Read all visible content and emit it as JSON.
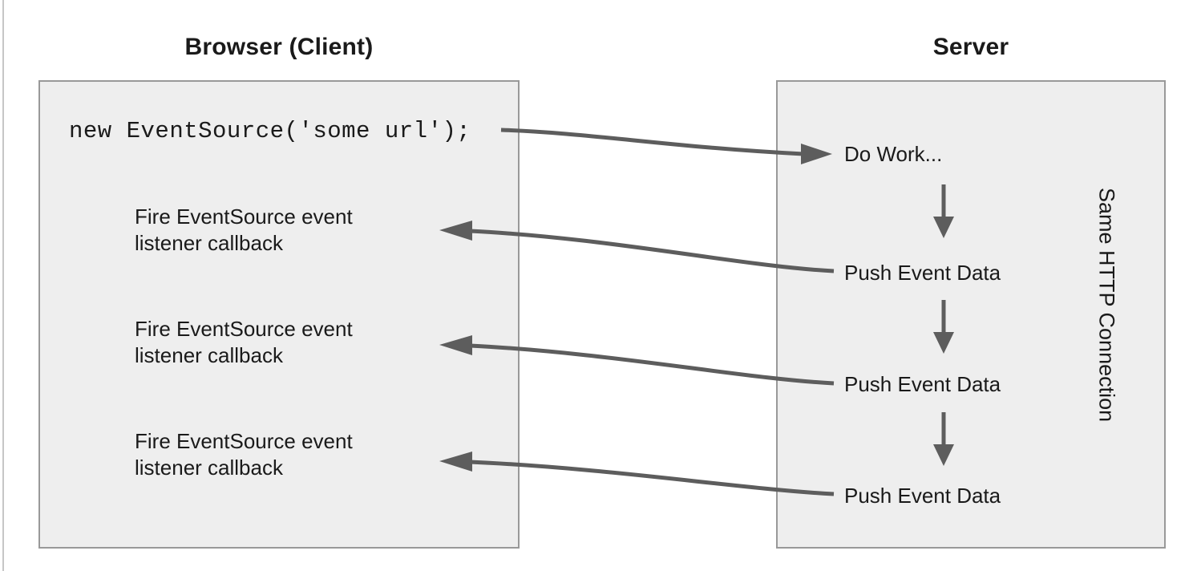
{
  "diagram": {
    "title_left": "Browser (Client)",
    "title_right": "Server",
    "client": {
      "code": "new EventSource('some url');",
      "callbacks": [
        "Fire EventSource event\nlistener callback",
        "Fire EventSource event\nlistener callback",
        "Fire EventSource event\nlistener callback"
      ]
    },
    "server": {
      "do_work": "Do Work...",
      "push_events": [
        "Push Event Data",
        "Push Event Data",
        "Push Event Data"
      ],
      "side_label": "Same HTTP Connection"
    },
    "colors": {
      "background": "#ffffff",
      "box_fill": "#eeeeee",
      "box_border": "#999999",
      "arrow": "#5d5d5d",
      "text": "#1a1a1a"
    }
  }
}
